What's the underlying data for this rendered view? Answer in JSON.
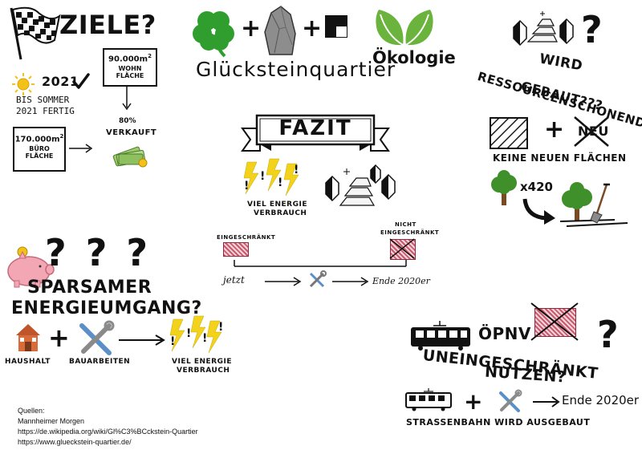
{
  "ziele": {
    "title": "ZIELE?",
    "year": "2021",
    "summer_line1": "BIS SOMMER",
    "summer_line2": "2021 FERTIG",
    "wohn_area": "90.000m",
    "wohn_sup": "2",
    "wohn_label1": "WOHN",
    "wohn_label2": "FLÄCHE",
    "sold_pct": "80%",
    "sold_label": "VERKAUFT",
    "buero_area": "170.000m",
    "buero_sup": "2",
    "buero_label1": "BÜRO",
    "buero_label2": "FLÄCHE"
  },
  "header": {
    "title": "Glücksteinquartier",
    "oekologie": "Ökologie"
  },
  "fazit": {
    "title": "FAZIT",
    "energy_line1": "VIEL ENERGIE",
    "energy_line2": "VERBRAUCH",
    "eingeschraenkt": "EINGESCHRÄNKT",
    "nicht_line1": "NICHT",
    "nicht_line2": "EINGESCHRÄNKT",
    "jetzt": "jetzt",
    "ende": "Ende 2020er"
  },
  "ressourcen": {
    "line1": "WIRD",
    "line2": "RESSOURCENSCHONEND",
    "line3": "GEBAUT???",
    "neu": "NEU",
    "keine": "KEINE NEUEN FLÄCHEN",
    "trees": "x420"
  },
  "energie": {
    "line1": "SPARSAMER",
    "line2": "ENERGIEUMGANG?",
    "haushalt": "HAUSHALT",
    "bauarbeiten": "BAUARBEITEN",
    "energy_line1": "VIEL ENERGIE",
    "energy_line2": "VERBRAUCH"
  },
  "oepnv": {
    "line1": "ÖPNV",
    "line2": "UNEINGESCHRÄNKT",
    "line3": "NUTZEN?",
    "ende": "Ende 2020er",
    "strassenbahn": "STRAßENBAHN WIRD AUSGEBAUT"
  },
  "quellen": {
    "title": "Quellen:",
    "items": [
      "Mannheimer Morgen",
      "https://de.wikipedia.org/wiki/Gl%C3%BCckstein-Quartier",
      "https://www.glueckstein-quartier.de/"
    ]
  },
  "colors": {
    "clover": "#2f9e2f",
    "leaf": "#6ab33c",
    "yellow": "#f2d21b",
    "hatch": "#c95a6e",
    "tree_green": "#3f8f2a",
    "house": "#c0542a",
    "tool_blue": "#5a8fc8",
    "piggy": "#f3a7b4"
  }
}
